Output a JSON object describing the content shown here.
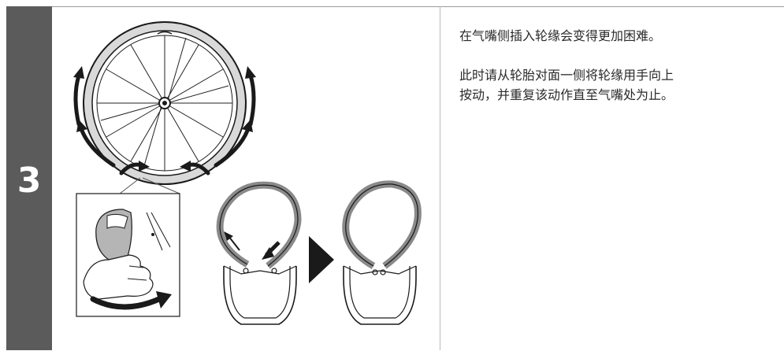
{
  "step": {
    "number": "3"
  },
  "instructions": {
    "line1": "在气嘴侧插入轮缘会变得更加困难。",
    "line2": "此时请从轮胎对面一侧将轮缘用手向上",
    "line3": "按动，并重复该动作直至气嘴处为止。"
  }
}
